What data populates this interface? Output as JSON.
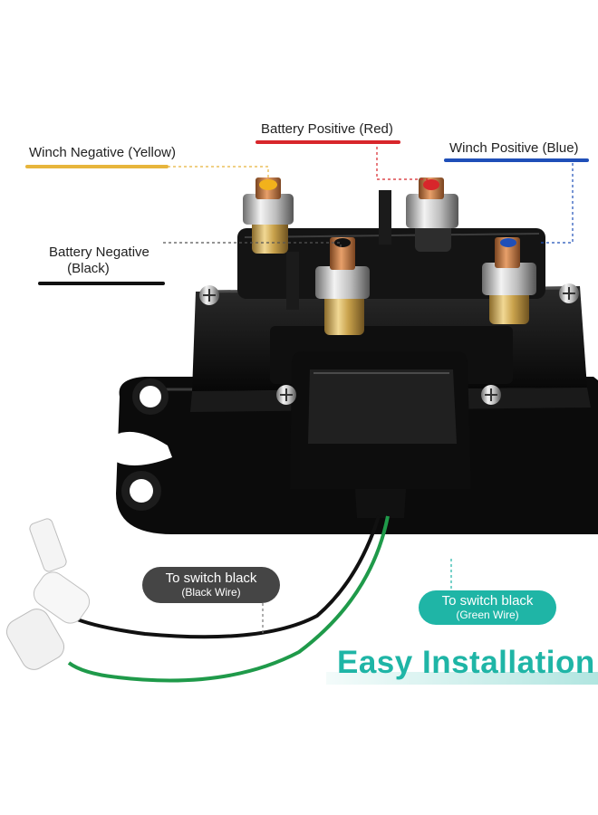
{
  "labels": {
    "winch_negative": "Winch Negative (Yellow)",
    "battery_positive": "Battery Positive (Red)",
    "winch_positive": "Winch Positive (Blue)",
    "battery_negative_line1": "Battery Negative",
    "battery_negative_line2": "(Black)"
  },
  "callouts": {
    "black_wire_main": "To switch black",
    "black_wire_sub": "(Black Wire)",
    "green_wire_main": "To switch black",
    "green_wire_sub": "(Green Wire)"
  },
  "headline": "Easy Installation",
  "colors": {
    "yellow": "#e7b53c",
    "red": "#d8262b",
    "blue": "#1f4fb8",
    "black": "#111111",
    "callout_dark": "#454545",
    "callout_teal": "#1fb5a6",
    "headline": "#1fb5a6"
  }
}
